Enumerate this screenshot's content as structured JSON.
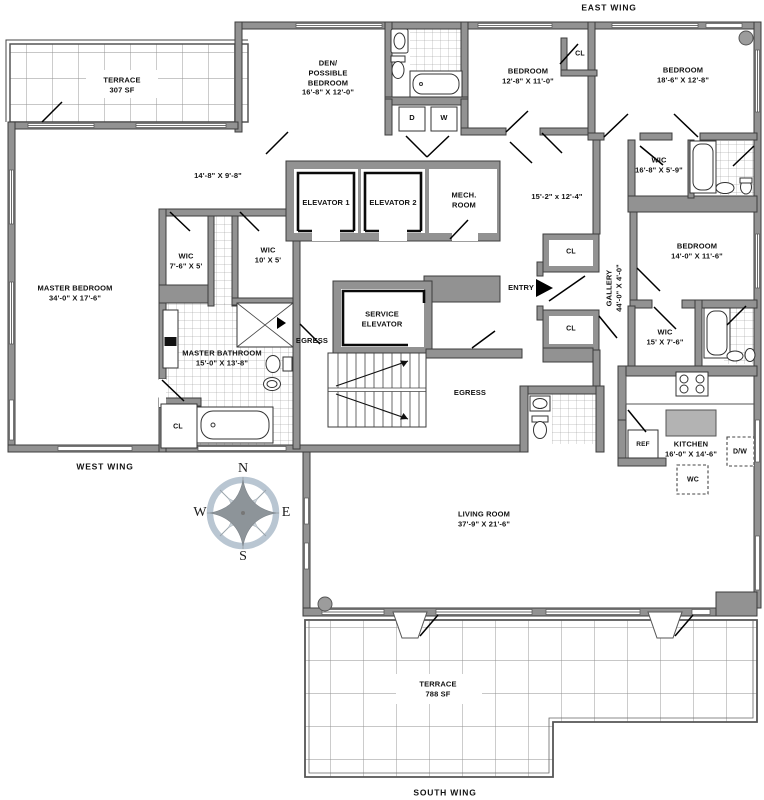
{
  "wings": {
    "east": "EAST WING",
    "west": "WEST WING",
    "south": "SOUTH WING"
  },
  "compass": {
    "n": "N",
    "e": "E",
    "s": "S",
    "w": "W"
  },
  "rooms": {
    "terrace_nw": {
      "name": "TERRACE",
      "area": "307 SF"
    },
    "terrace_s": {
      "name": "TERRACE",
      "area": "788 SF"
    },
    "den": {
      "name": "DEN/\nPOSSIBLE\nBEDROOM",
      "dims": "16'-8\" X 12'-0\""
    },
    "bedroom_n1": {
      "name": "BEDROOM",
      "dims": "12'-8\" X 11'-0\""
    },
    "bedroom_n2": {
      "name": "BEDROOM",
      "dims": "18'-6\" X 12'-8\""
    },
    "bedroom_e": {
      "name": "BEDROOM",
      "dims": "14'-0\" X 11'-6\""
    },
    "master_bedroom": {
      "name": "MASTER BEDROOM",
      "dims": "34'-0\" X 17'-6\""
    },
    "master_bathroom": {
      "name": "MASTER BATHROOM",
      "dims": "15'-0\" X 13'-8\""
    },
    "foyer": {
      "dims": "14'-8\" X 9'-8\""
    },
    "room_center": {
      "dims": "15'-2\" x 12'-4\""
    },
    "elevator1": {
      "name": "ELEVATOR 1"
    },
    "elevator2": {
      "name": "ELEVATOR 2"
    },
    "service_elevator": {
      "name": "SERVICE\nELEVATOR"
    },
    "mech_room": {
      "name": "MECH.\nROOM"
    },
    "gallery": {
      "name": "GALLERY",
      "dims": "44'-0\" X 4'-0\""
    },
    "entry": {
      "name": "ENTRY"
    },
    "egress_w": {
      "name": "EGRESS"
    },
    "egress_e": {
      "name": "EGRESS"
    },
    "wic_n": {
      "name": "WIC",
      "dims": "16'-8\" X 5'-9\""
    },
    "wic_small": {
      "name": "WIC",
      "dims": "7'-6\" X 5'"
    },
    "wic_mid": {
      "name": "WIC",
      "dims": "10' X 5'"
    },
    "wic_e": {
      "name": "WIC",
      "dims": "15' X 7'-6\""
    },
    "kitchen": {
      "name": "KITCHEN",
      "dims": "16'-0\" X 14'-6\""
    },
    "living_room": {
      "name": "LIVING ROOM",
      "dims": "37'-9\" X 21'-6\""
    }
  },
  "closets": {
    "n": "CL",
    "gallery_top": "CL",
    "gallery_bottom": "CL",
    "master": "CL"
  },
  "appliances": {
    "dryer": "D",
    "washer": "W",
    "fridge": "REF",
    "dishwasher": "D/W",
    "wc": "WC"
  },
  "colors": {
    "wall": "#929292",
    "wall_outline": "#3c3c3c",
    "compass_ring": "#b9c6d2",
    "compass_star": "#8d9499"
  }
}
